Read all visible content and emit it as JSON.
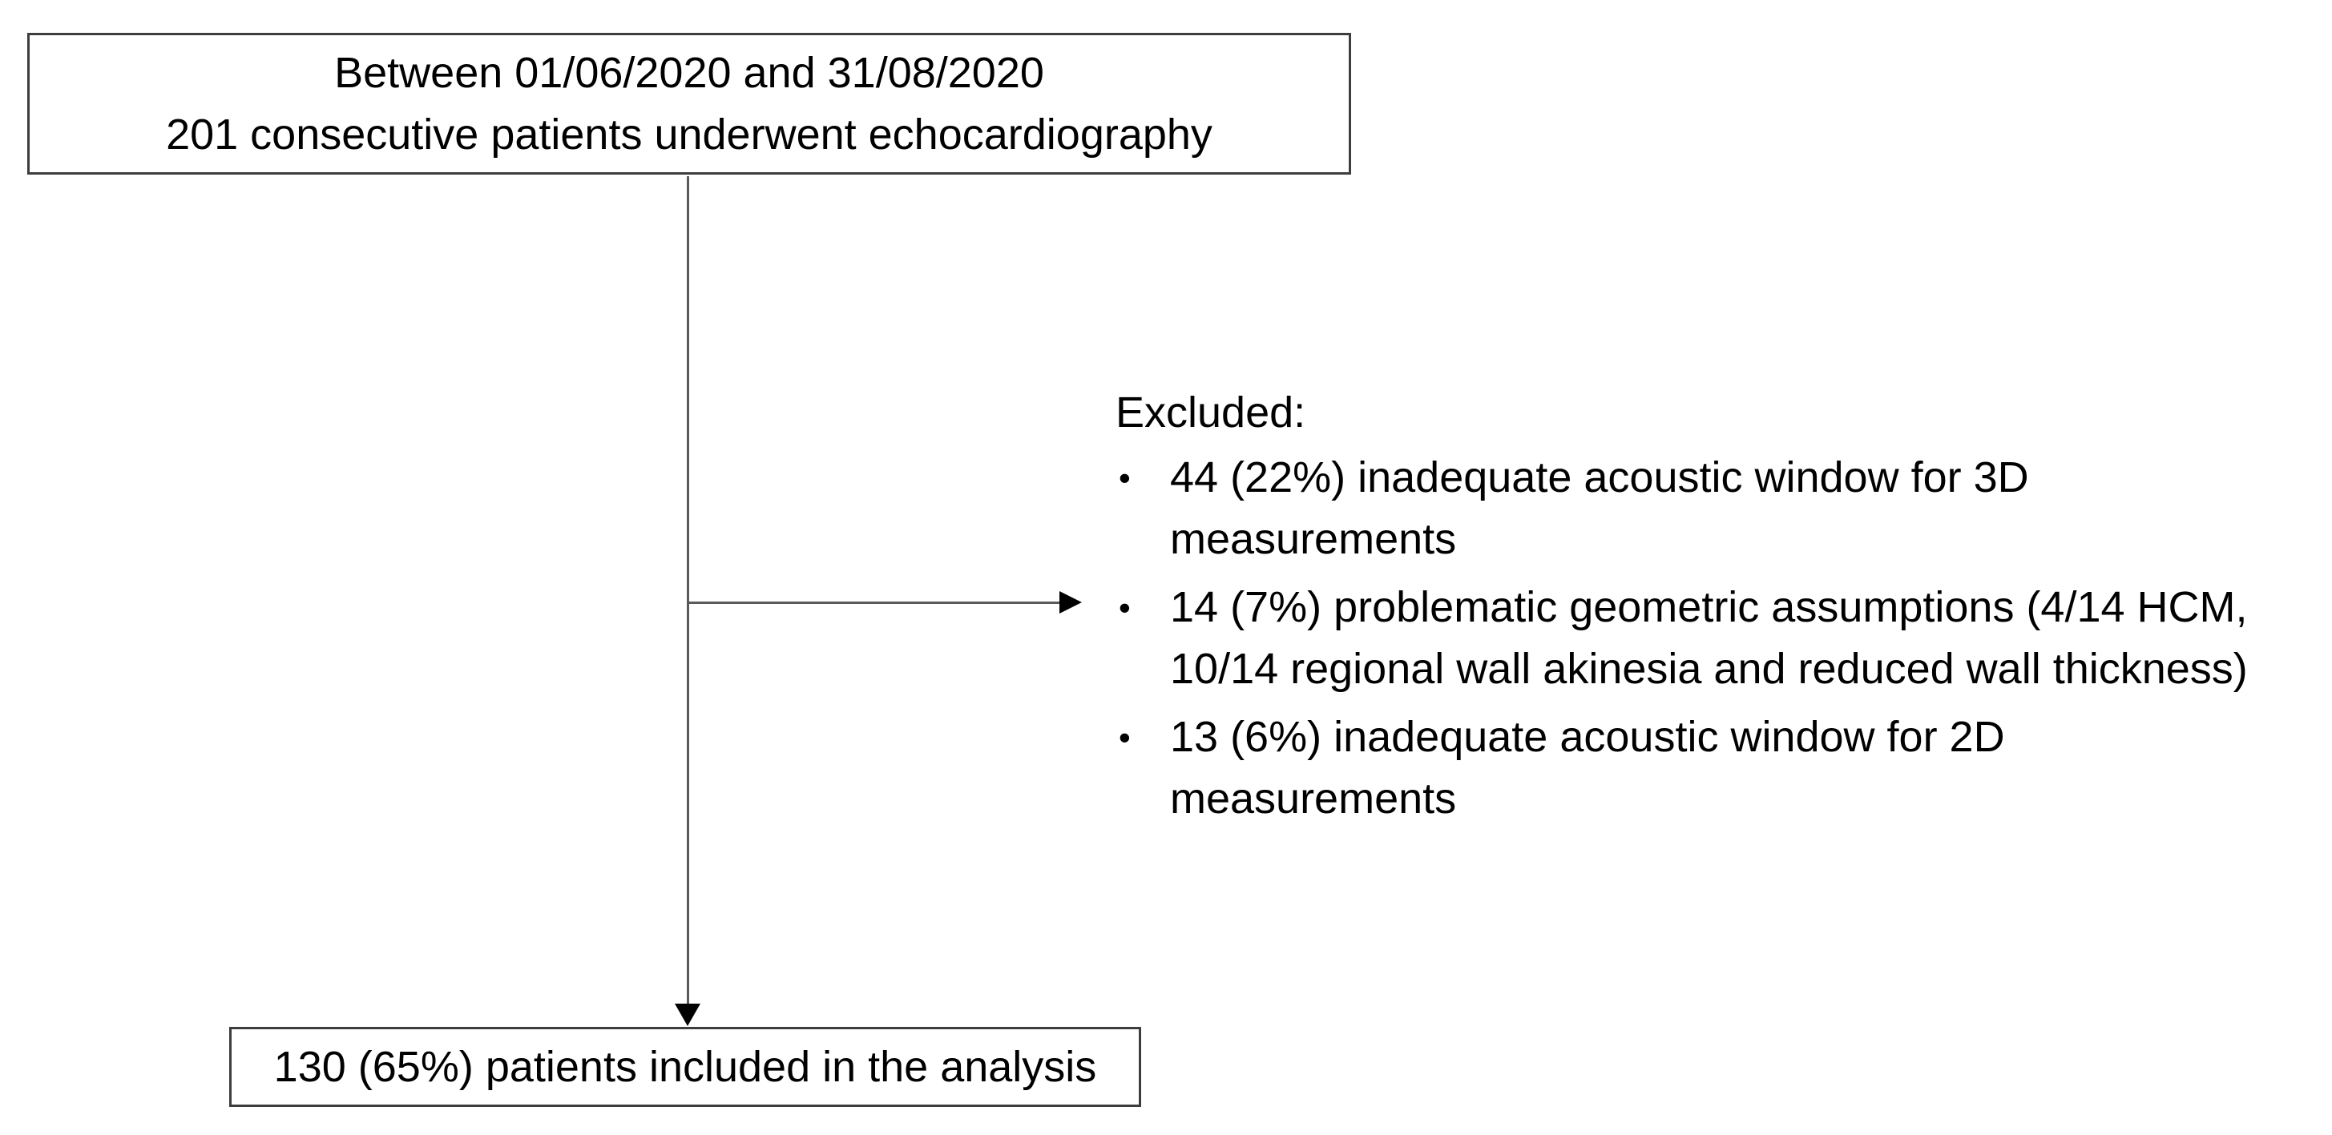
{
  "figure": {
    "type": "patient-flow-diagram",
    "top_box": {
      "line1": "Between 01/06/2020 and 31/08/2020",
      "line2": "201 consecutive patients underwent echocardiography"
    },
    "excluded": {
      "heading": "Excluded:",
      "bullet_char": "•",
      "items": [
        {
          "line1": "44 (22%) inadequate acoustic window for 3D",
          "line2": "measurements"
        },
        {
          "line1": "14 (7%) problematic geometric assumptions (4/14 HCM,",
          "line2": "10/14 regional wall akinesia and reduced wall thickness)"
        },
        {
          "line1": "13 (6%) inadequate acoustic window for 2D",
          "line2": "measurements"
        }
      ]
    },
    "bottom_box": {
      "text": "130 (65%) patients included in the analysis"
    },
    "colors": {
      "background": "#ffffff",
      "text": "#000000",
      "box_border": "#3d3d3d",
      "line": "#5a5a5a",
      "arrowhead": "#000000"
    }
  }
}
